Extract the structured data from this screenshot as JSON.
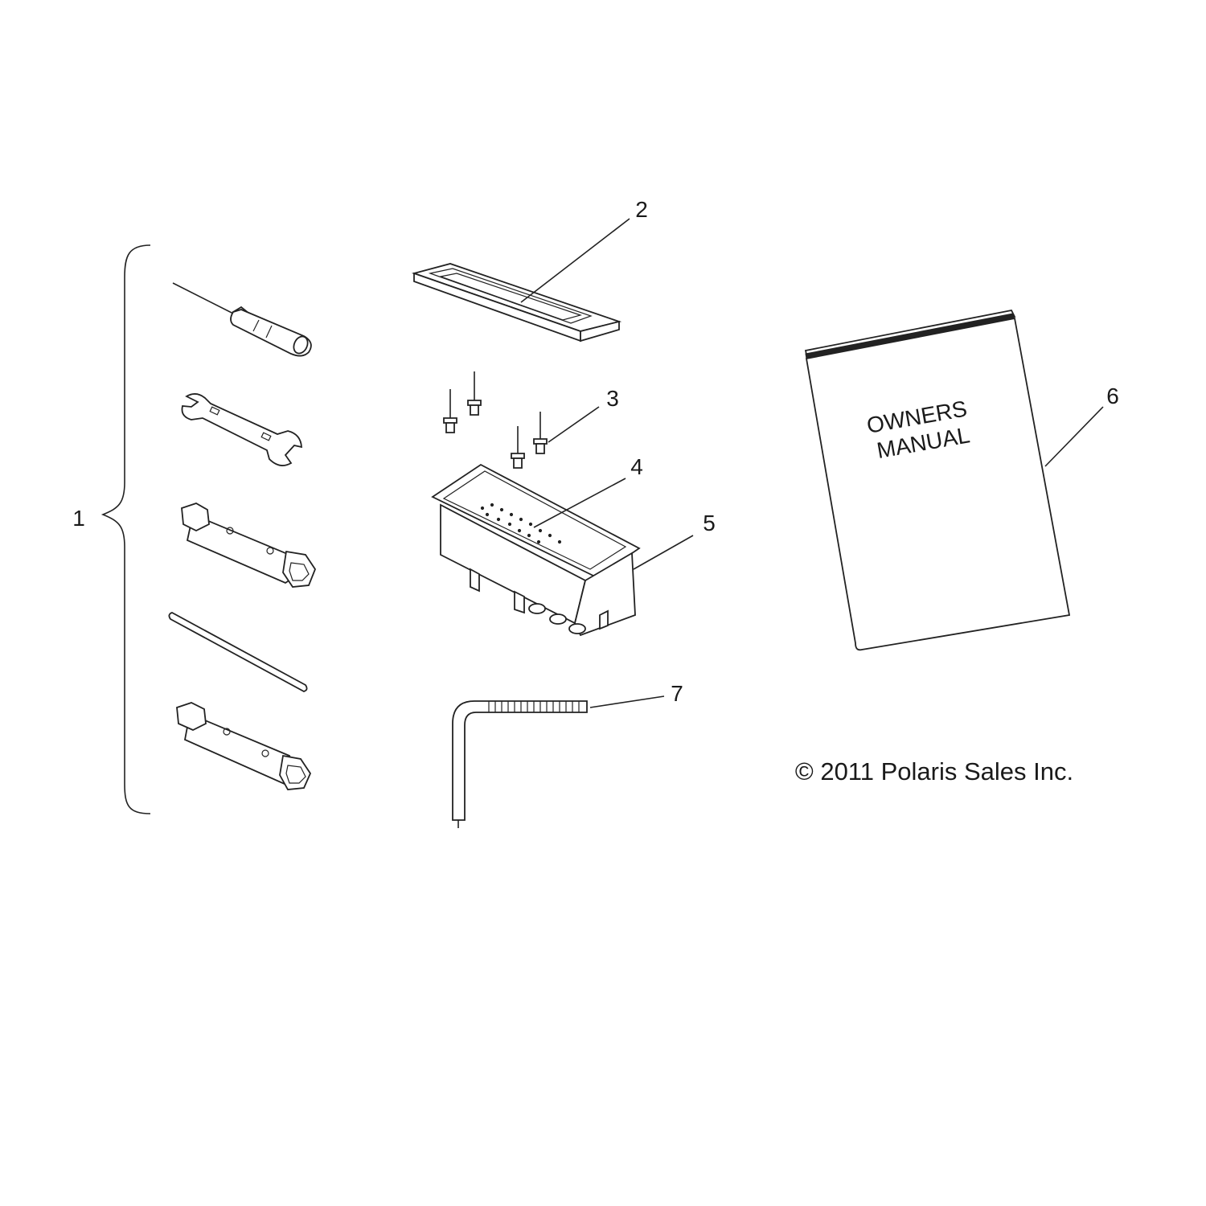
{
  "callouts": {
    "c1": "1",
    "c2": "2",
    "c3": "3",
    "c4": "4",
    "c5": "5",
    "c6": "6",
    "c7": "7"
  },
  "manual": {
    "line1": "OWNERS",
    "line2": "MANUAL"
  },
  "copyright": "© 2011 Polaris Sales Inc.",
  "icons": [
    "screwdriver-icon",
    "open-end-wrench-icon",
    "box-wrench-icon",
    "tommy-bar-icon",
    "hex-key-icon"
  ]
}
